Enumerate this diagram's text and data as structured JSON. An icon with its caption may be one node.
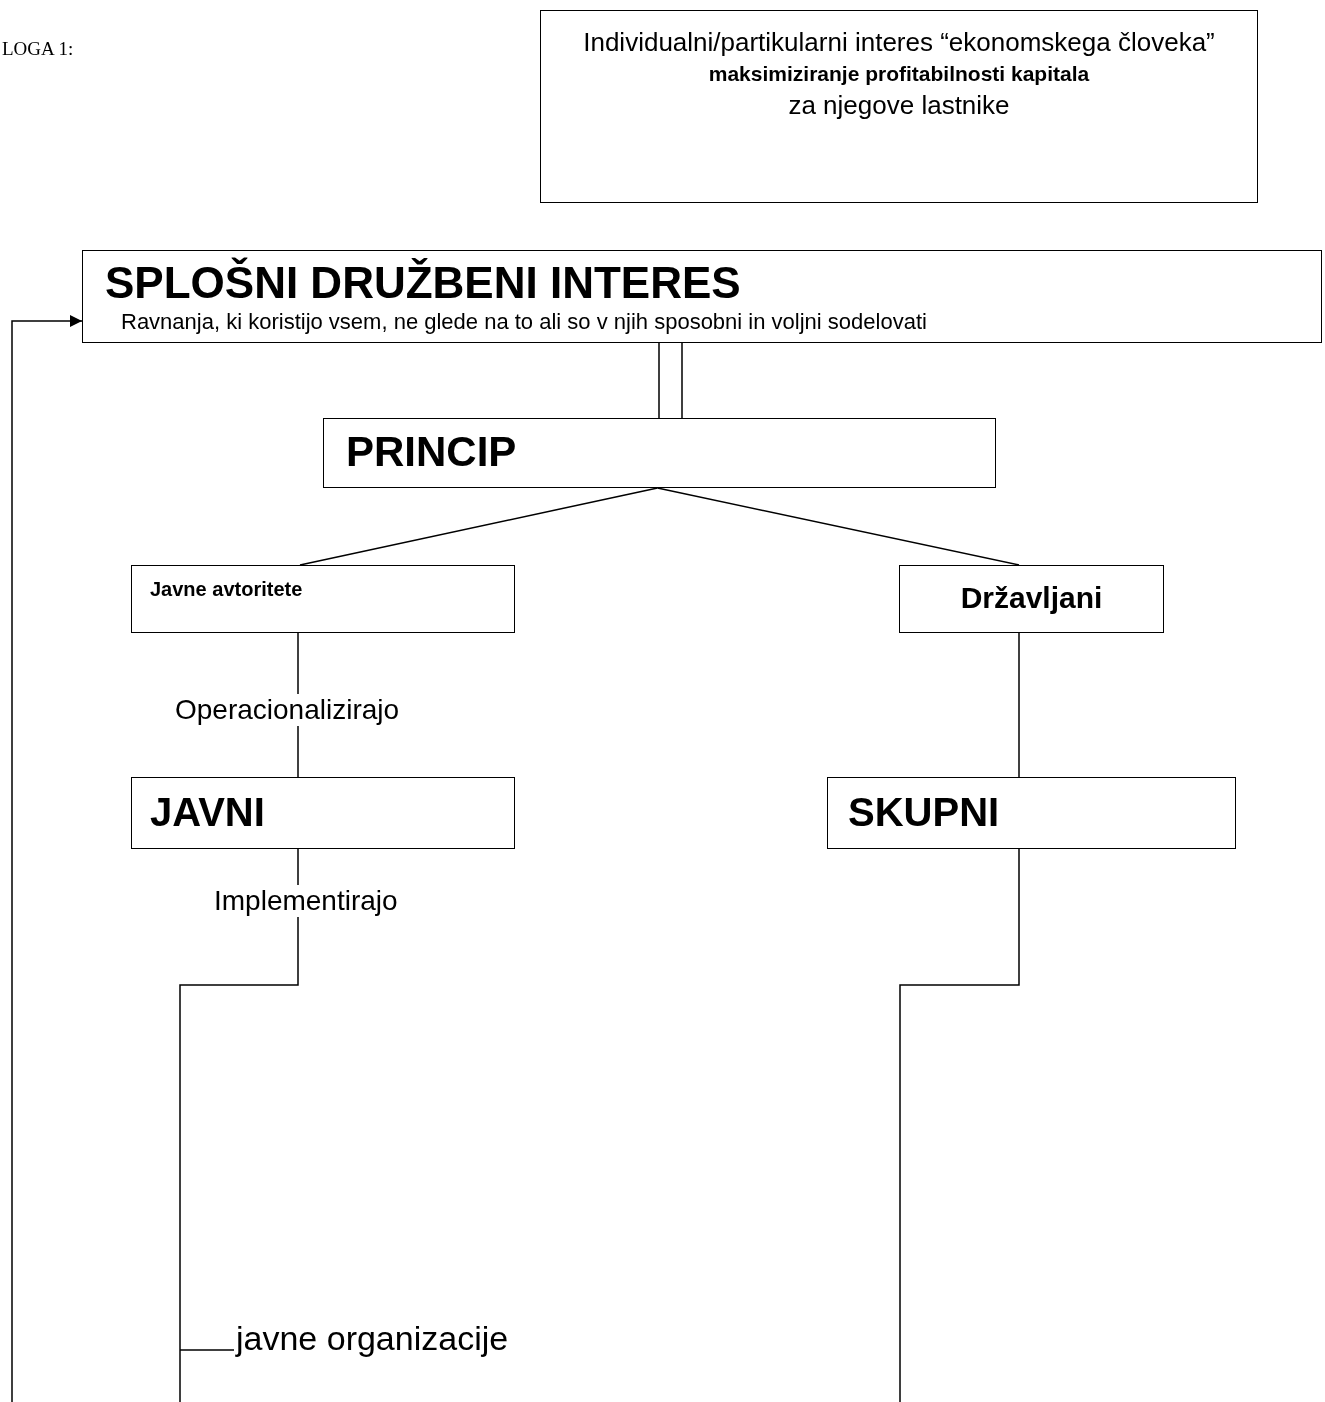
{
  "diagram": {
    "nodes": [
      {
        "text": [
          "Individualni/partikularni interes “ekonomskega človeka”",
          "**maksimiziranje profitabilnosti kapitala**",
          "za njegove lastnike"
        ]
      },
      {
        "text": [
          "SPLOŠNI DRUŽBENI INTERES",
          "Ravnanja, ki koristijo vsem, ne glede na to ali so v njih sposobni in voljni sodelovati"
        ]
      },
      {
        "text": [
          "PRINCIP"
        ]
      },
      {
        "text": [
          "Javne avtoritete"
        ]
      },
      {
        "text": [
          "Državljani"
        ]
      },
      {
        "text": [
          "JAVNI"
        ]
      },
      {
        "text": [
          "SKUPNI"
        ]
      },
      {
        "text": [
          "javne organizacije"
        ]
      }
    ],
    "edges": [
      {
        "from": 1,
        "to": 2,
        "arrow": "none"
      },
      {
        "from": 2,
        "to": 3,
        "arrow": "none"
      },
      {
        "from": 2,
        "to": 4,
        "arrow": "none"
      },
      {
        "from": 3,
        "to": 5,
        "arrow": "none",
        "label": "Operacionalizirajo"
      },
      {
        "from": 4,
        "to": 6,
        "arrow": "none"
      },
      {
        "from": 5,
        "to": null,
        "arrow": "none",
        "label": "Implementirajo"
      },
      {
        "from": 6,
        "to": null,
        "arrow": "none"
      },
      {
        "from": 7,
        "to": null,
        "arrow": "none"
      },
      {
        "from": null,
        "to": 1,
        "arrow": "to"
      }
    ],
    "labels": [
      "LOGA 1:"
    ]
  }
}
